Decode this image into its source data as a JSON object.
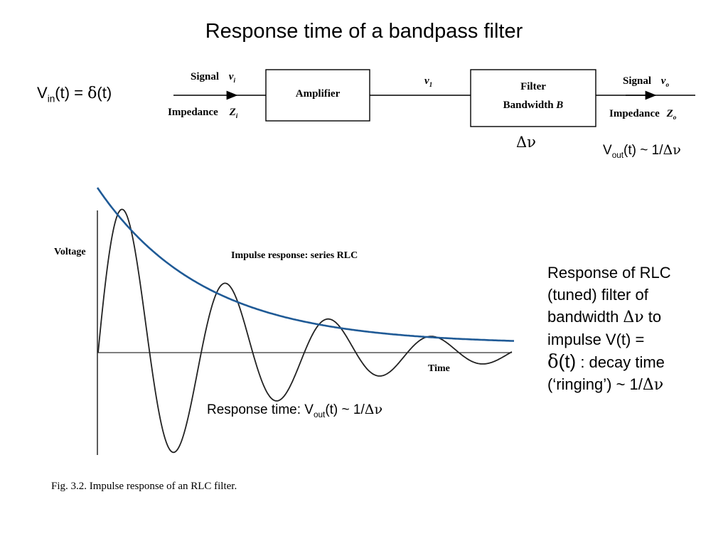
{
  "title": "Response time of a bandpass filter",
  "input_label": {
    "v": "V",
    "sub": "in",
    "rest": "(t) = ",
    "delta": "δ",
    "tail": "(t)"
  },
  "block_diagram": {
    "input_signal": "Signal",
    "input_signal_sym": "v",
    "input_signal_sub": "i",
    "input_impedance": "Impedance",
    "input_impedance_sym": "Z",
    "input_impedance_sub": "i",
    "amplifier": "Amplifier",
    "mid_signal_sym": "ν",
    "mid_signal_sub": "1",
    "filter_line1": "Filter",
    "filter_line2": "Bandwidth",
    "filter_sym": "B",
    "output_signal": "Signal",
    "output_signal_sym": "ν",
    "output_signal_sub": "o",
    "output_impedance": "Impedance",
    "output_impedance_sym": "Z",
    "output_impedance_sub": "o"
  },
  "bandwidth_symbol": "Δν",
  "output_label": {
    "v": "V",
    "sub": "out",
    "rest": "(t) ~ 1/",
    "dnu": "Δν"
  },
  "graph": {
    "y_label": "Voltage",
    "inner_title": "Impulse response: series RLC",
    "x_label": "Time",
    "colors": {
      "envelope": "#1f5a96",
      "signal": "#222222",
      "axis": "#333333"
    }
  },
  "response_time": {
    "pre": "Response time: V",
    "sub": "out",
    "rest": "(t) ~ 1/",
    "dnu": "Δν"
  },
  "note": {
    "line1": "Response of RLC",
    "line2": "(tuned) filter of",
    "line3_pre": "bandwidth ",
    "line3_dnu": "Δν",
    "line3_post": "  to",
    "line4": "impulse V(t) =",
    "line5_delta": "δ",
    "line5_t": "(t)",
    "line5_post": " : decay time",
    "line6_pre": "(‘ringing’) ~ 1/",
    "line6_dnu": "Δν"
  },
  "caption": "Fig. 3.2.  Impulse response of an RLC filter."
}
